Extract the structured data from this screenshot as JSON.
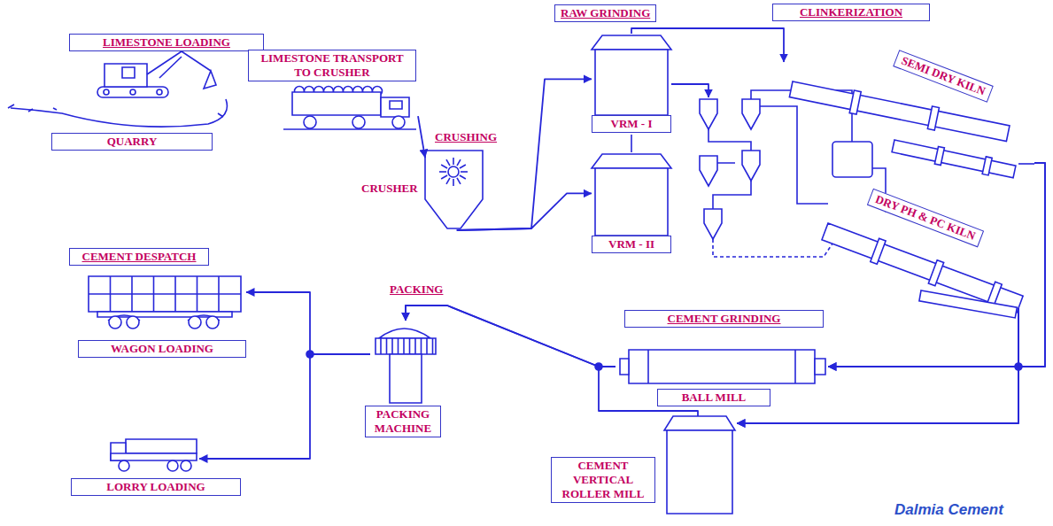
{
  "diagram": {
    "nodes": [
      {
        "text": [
          "LIMESTONE LOADING",
          "QUARRY"
        ]
      },
      {
        "text": [
          "LIMESTONE TRANSPORT TO CRUSHER"
        ]
      },
      {
        "text": [
          "CRUSHING",
          "CRUSHER"
        ]
      },
      {
        "text": [
          "RAW GRINDING",
          "VRM - I"
        ]
      },
      {
        "text": [
          "VRM - II"
        ]
      },
      {
        "text": [
          "CLINKERIZATION",
          "SEMI DRY KILN"
        ]
      },
      {
        "text": [
          "DRY PH & PC KILN"
        ]
      },
      {
        "text": [
          "CEMENT GRINDING",
          "BALL MILL"
        ]
      },
      {
        "text": [
          "CEMENT VERTICAL ROLLER MILL"
        ]
      },
      {
        "text": [
          "PACKING",
          "PACKING MACHINE"
        ]
      },
      {
        "text": [
          "CEMENT DESPATCH",
          "WAGON LOADING"
        ]
      },
      {
        "text": [
          "LORRY LOADING"
        ]
      }
    ],
    "edges": [
      {
        "from": 1,
        "to": 2,
        "arrow": "to"
      },
      {
        "from": 2,
        "to": 3,
        "arrow": "to"
      },
      {
        "from": 2,
        "to": 4,
        "arrow": "to"
      },
      {
        "from": 3,
        "to": 5,
        "arrow": "to"
      },
      {
        "from": 3,
        "to": 6,
        "arrow": "to"
      },
      {
        "from": 5,
        "to": 7,
        "arrow": "to"
      },
      {
        "from": 5,
        "to": 8,
        "arrow": "to"
      },
      {
        "from": 6,
        "to": 7,
        "arrow": "to"
      },
      {
        "from": 6,
        "to": 8,
        "arrow": "to"
      },
      {
        "from": 7,
        "to": 9,
        "arrow": "to"
      },
      {
        "from": 8,
        "to": 9,
        "arrow": "to"
      },
      {
        "from": 9,
        "to": 10,
        "arrow": "to"
      },
      {
        "from": 9,
        "to": 11,
        "arrow": "to"
      }
    ],
    "labels": [
      "Dalmia Cement"
    ]
  }
}
